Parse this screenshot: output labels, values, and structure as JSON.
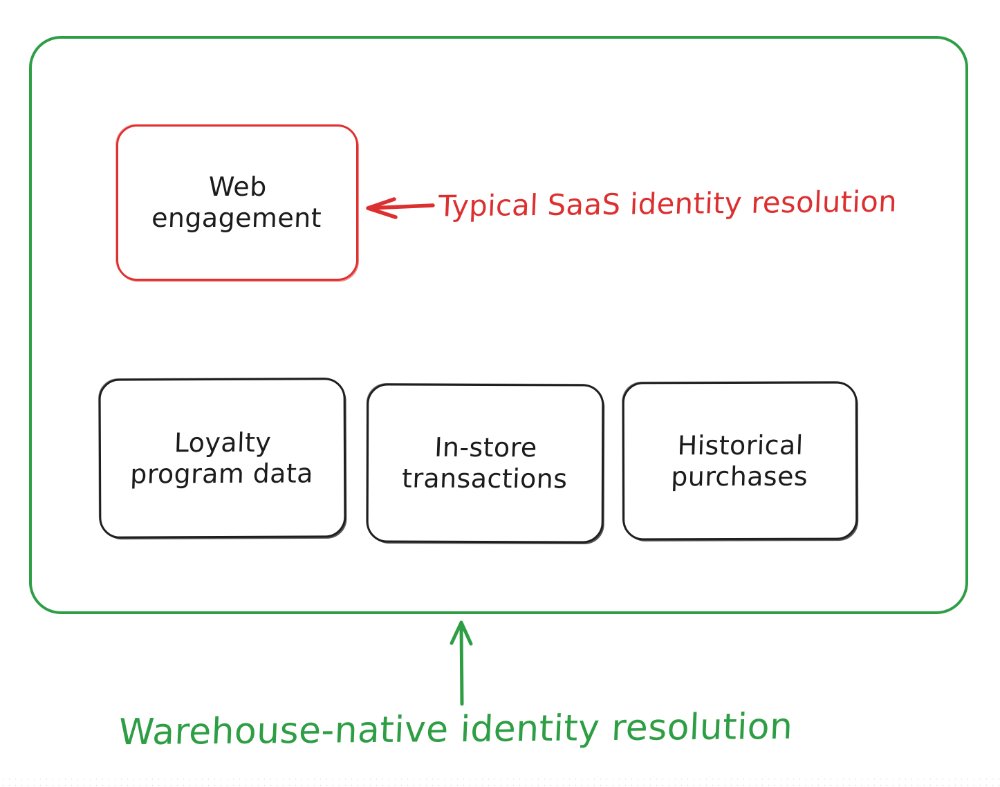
{
  "diagram": {
    "title_visible": false,
    "colors": {
      "container_green": "#2e9e45",
      "highlight_red": "#dc3030",
      "node_black": "#1f1f1f",
      "text_black": "#1b1b1b",
      "background": "#ffffff"
    },
    "outer_container": {
      "name": "warehouse-boundary",
      "stroke_color": "#2e9e45"
    },
    "nodes": [
      {
        "id": "web-engagement",
        "label": "Web\nengagement",
        "stroke": "#e03030",
        "highlighted": true
      },
      {
        "id": "loyalty-program-data",
        "label": "Loyalty\nprogram data",
        "stroke": "#1f1f1f",
        "highlighted": false
      },
      {
        "id": "in-store-transactions",
        "label": "In-store\ntransactions",
        "stroke": "#1f1f1f",
        "highlighted": false
      },
      {
        "id": "historical-purchases",
        "label": "Historical\npurchases",
        "stroke": "#1f1f1f",
        "highlighted": false
      }
    ],
    "annotations": [
      {
        "id": "typical-saas",
        "text": "Typical SaaS identity resolution",
        "color": "#dc3030",
        "arrow": "points-left-to-web-engagement"
      },
      {
        "id": "warehouse-native",
        "text": "Warehouse-native identity resolution",
        "color": "#2e9e45",
        "arrow": "points-up-to-container"
      }
    ]
  }
}
